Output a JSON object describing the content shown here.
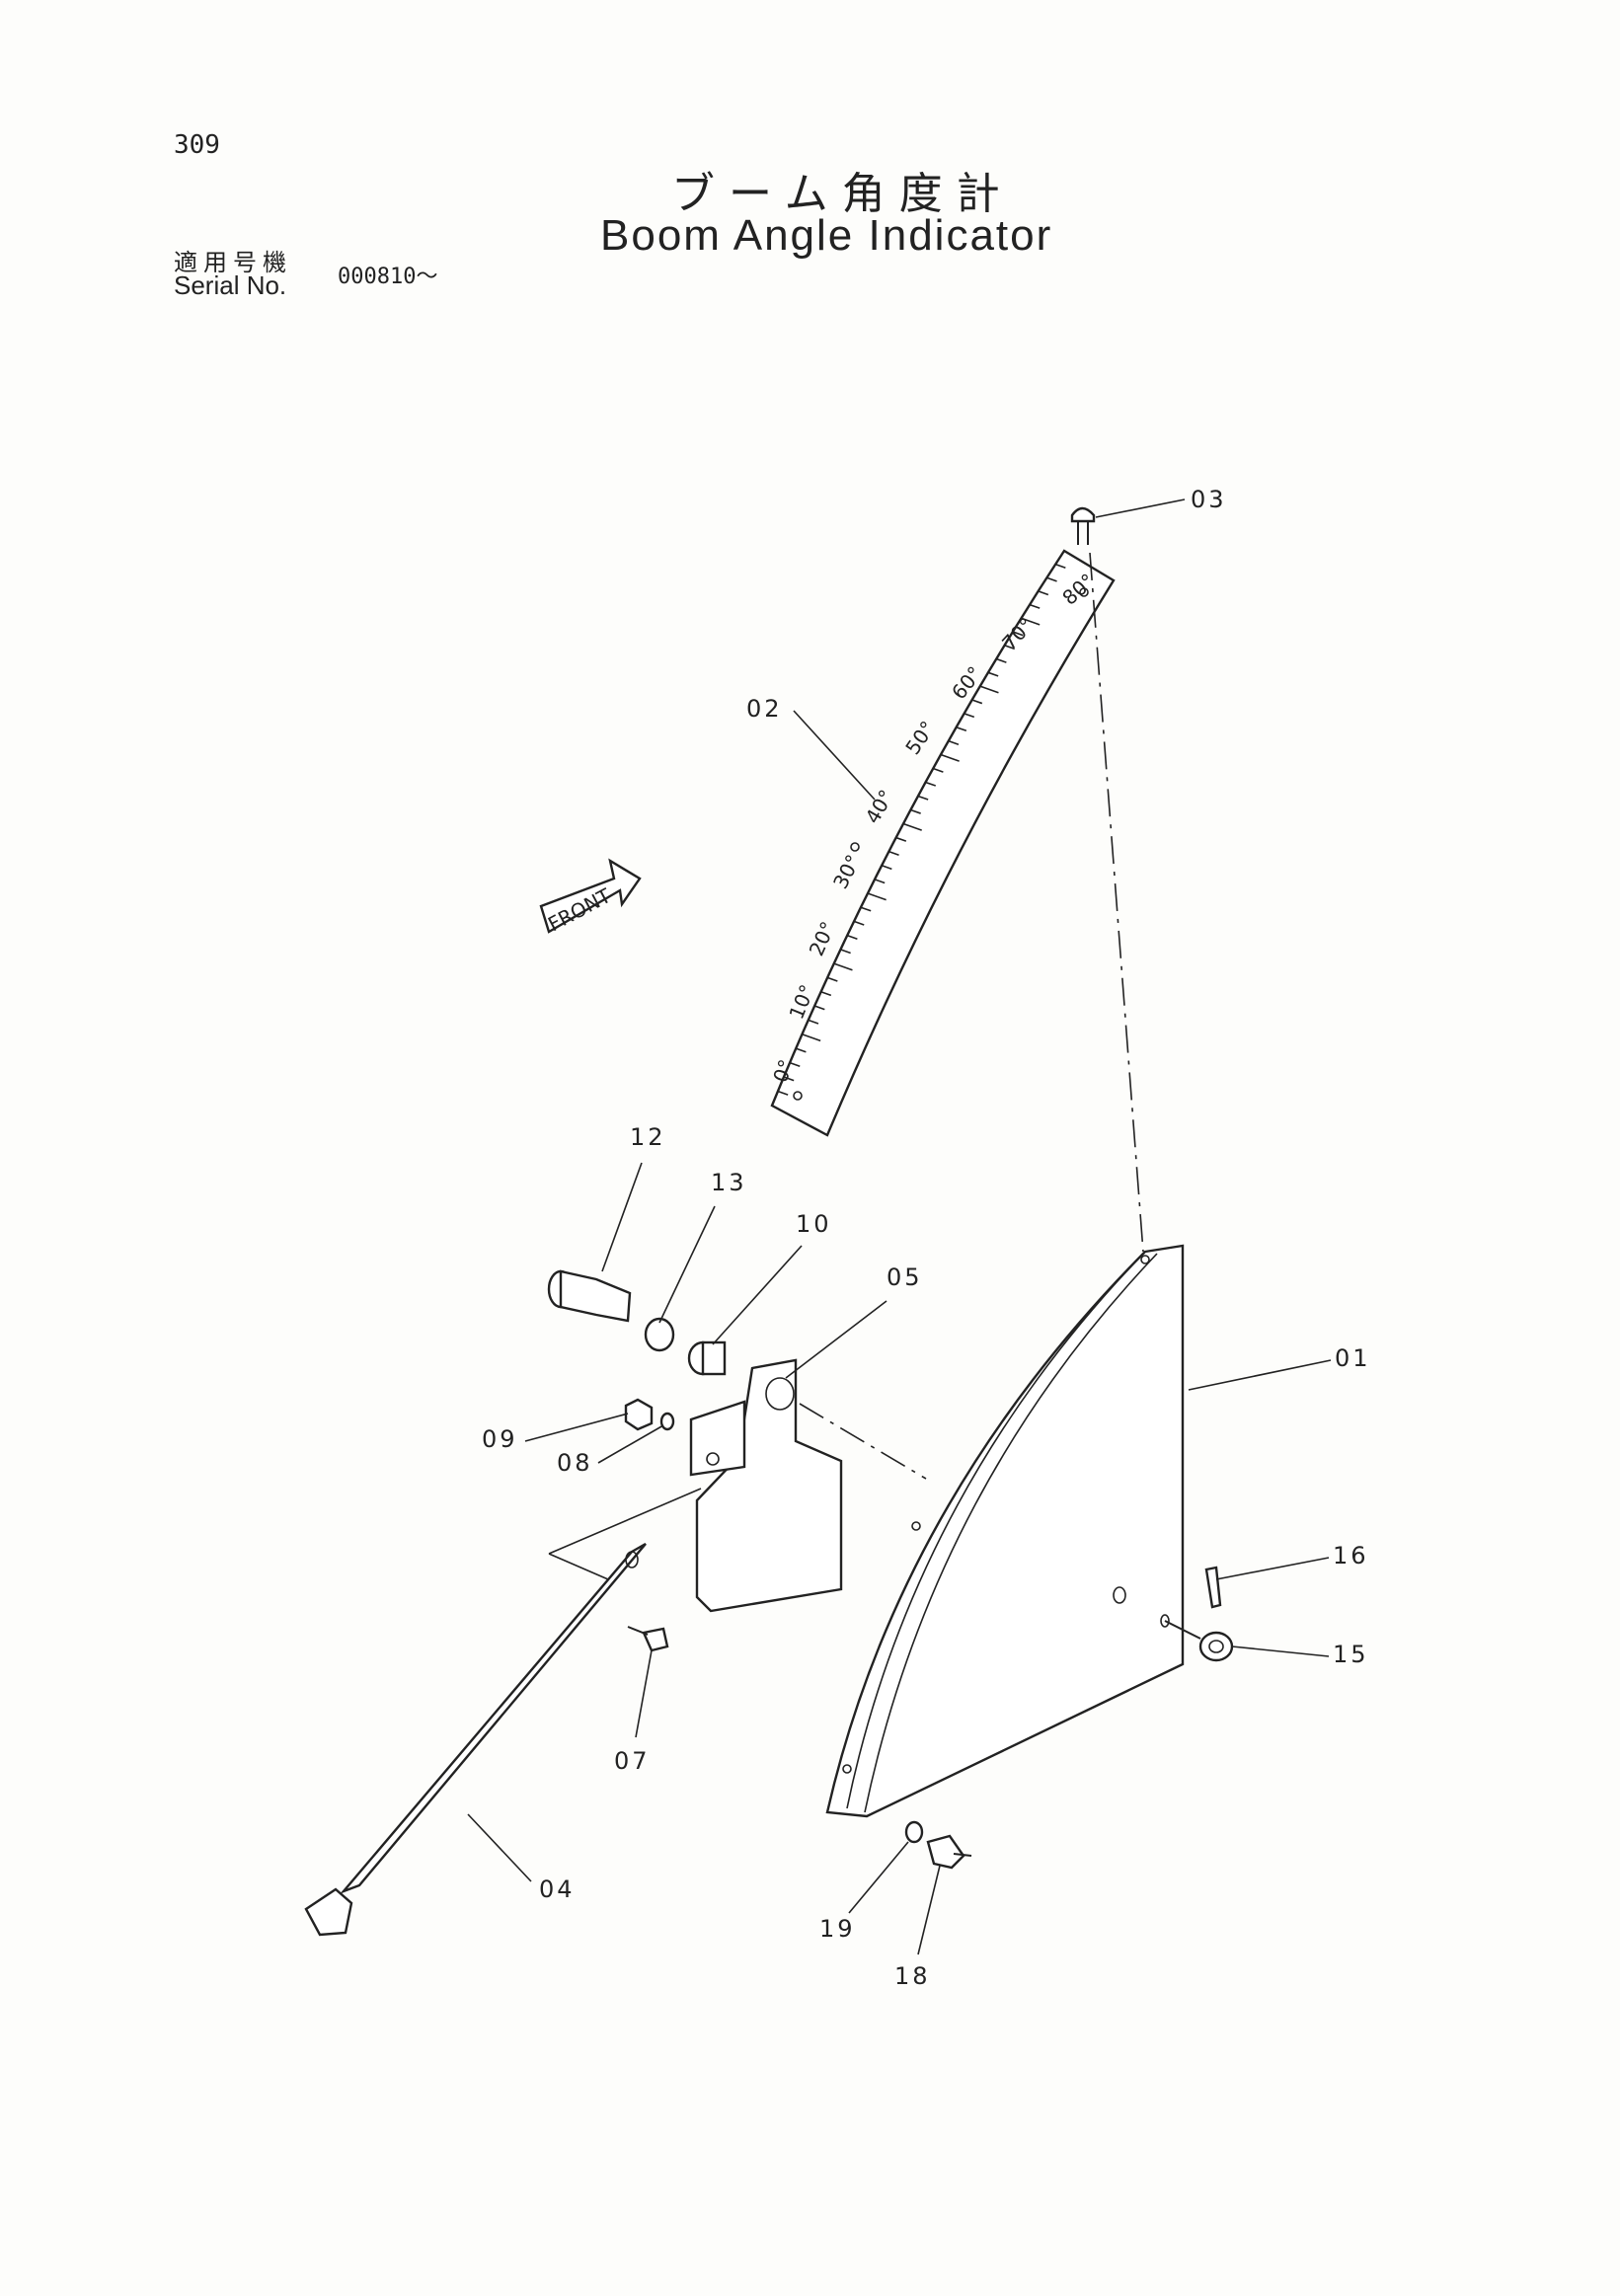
{
  "header": {
    "page_number": "309",
    "title_jp": "ブーム角度計",
    "title_en": "Boom Angle Indicator",
    "serial_label_jp": "適用号機",
    "serial_label_en": "Serial No.",
    "serial_value": "000810～"
  },
  "diagram": {
    "front_label": "FRONT",
    "scale_marks": [
      "0°",
      "10°",
      "20°",
      "30°",
      "40°",
      "50°",
      "60°",
      "70°",
      "80°"
    ],
    "callouts": [
      "01",
      "02",
      "03",
      "04",
      "05",
      "07",
      "08",
      "09",
      "10",
      "12",
      "13",
      "15",
      "16",
      "18",
      "19"
    ]
  }
}
